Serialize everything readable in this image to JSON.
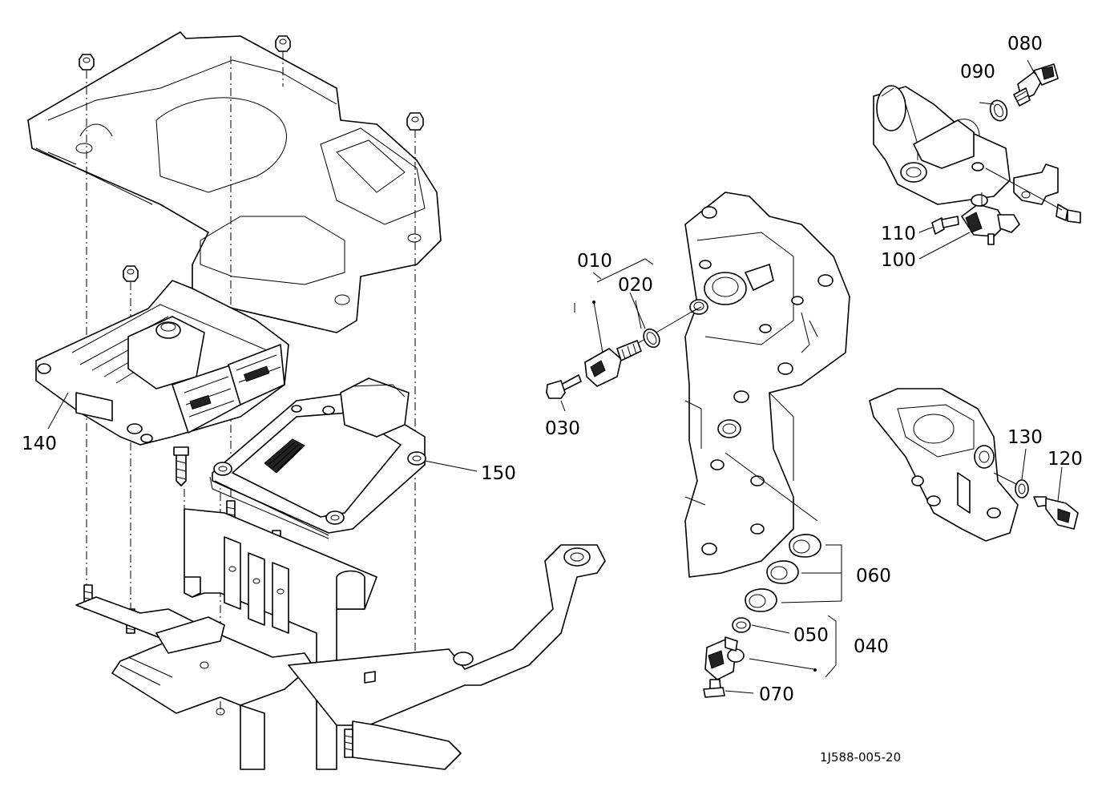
{
  "diagram": {
    "reference_code": "1J588-005-20",
    "part_labels": {
      "p010": "010",
      "p020": "020",
      "p030": "030",
      "p040": "040",
      "p050": "050",
      "p060": "060",
      "p070": "070",
      "p080": "080",
      "p090": "090",
      "p100": "100",
      "p110": "110",
      "p120": "120",
      "p130": "130",
      "p140": "140",
      "p150": "150"
    }
  }
}
